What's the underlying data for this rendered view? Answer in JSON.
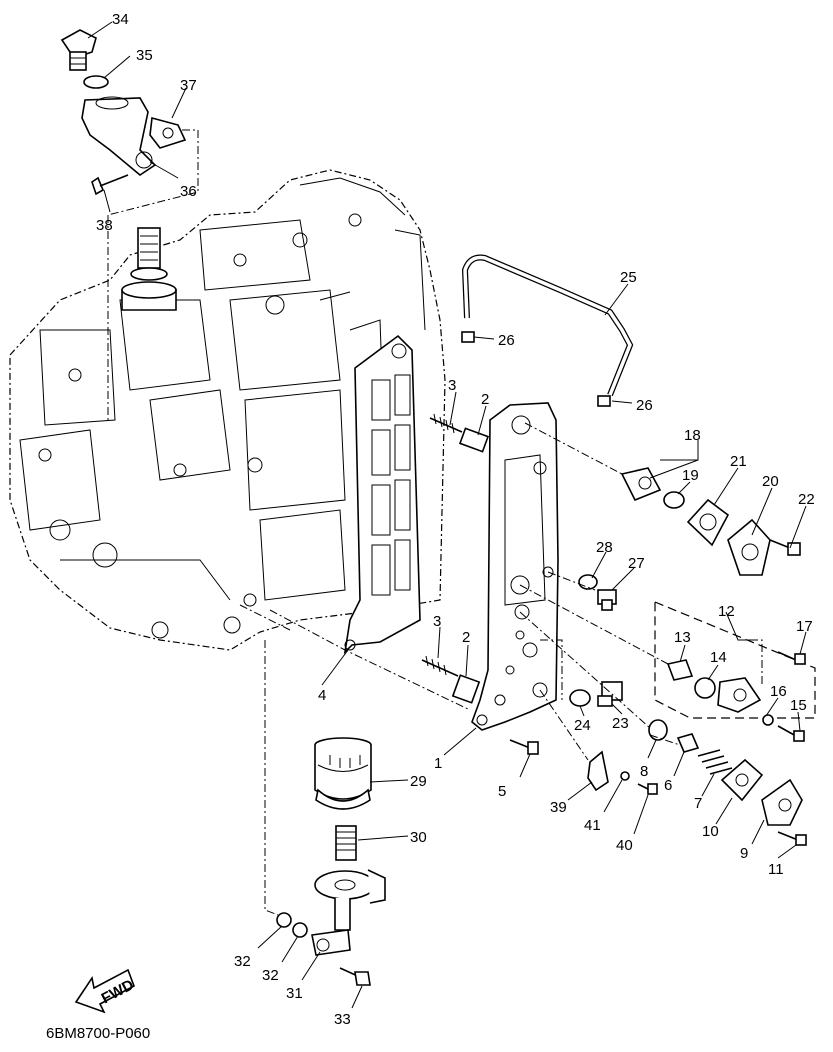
{
  "diagram_code": "6BM8700-P060",
  "fwd_label": "FWD",
  "callouts": [
    {
      "id": "c34",
      "text": "34"
    },
    {
      "id": "c35",
      "text": "35"
    },
    {
      "id": "c37",
      "text": "37"
    },
    {
      "id": "c36",
      "text": "36"
    },
    {
      "id": "c38",
      "text": "38"
    },
    {
      "id": "c25",
      "text": "25"
    },
    {
      "id": "c26a",
      "text": "26"
    },
    {
      "id": "c26b",
      "text": "26"
    },
    {
      "id": "c3a",
      "text": "3"
    },
    {
      "id": "c2a",
      "text": "2"
    },
    {
      "id": "c18",
      "text": "18"
    },
    {
      "id": "c19",
      "text": "19"
    },
    {
      "id": "c21",
      "text": "21"
    },
    {
      "id": "c20",
      "text": "20"
    },
    {
      "id": "c22",
      "text": "22"
    },
    {
      "id": "c28",
      "text": "28"
    },
    {
      "id": "c27",
      "text": "27"
    },
    {
      "id": "c12",
      "text": "12"
    },
    {
      "id": "c17",
      "text": "17"
    },
    {
      "id": "c13",
      "text": "13"
    },
    {
      "id": "c14",
      "text": "14"
    },
    {
      "id": "c16",
      "text": "16"
    },
    {
      "id": "c15",
      "text": "15"
    },
    {
      "id": "c3b",
      "text": "3"
    },
    {
      "id": "c2b",
      "text": "2"
    },
    {
      "id": "c4",
      "text": "4"
    },
    {
      "id": "c24",
      "text": "24"
    },
    {
      "id": "c23",
      "text": "23"
    },
    {
      "id": "c1",
      "text": "1"
    },
    {
      "id": "c8",
      "text": "8"
    },
    {
      "id": "c6",
      "text": "6"
    },
    {
      "id": "c7",
      "text": "7"
    },
    {
      "id": "c29",
      "text": "29"
    },
    {
      "id": "c5",
      "text": "5"
    },
    {
      "id": "c39",
      "text": "39"
    },
    {
      "id": "c41",
      "text": "41"
    },
    {
      "id": "c40",
      "text": "40"
    },
    {
      "id": "c10",
      "text": "10"
    },
    {
      "id": "c9",
      "text": "9"
    },
    {
      "id": "c11",
      "text": "11"
    },
    {
      "id": "c30",
      "text": "30"
    },
    {
      "id": "c32a",
      "text": "32"
    },
    {
      "id": "c32b",
      "text": "32"
    },
    {
      "id": "c31",
      "text": "31"
    },
    {
      "id": "c33",
      "text": "33"
    }
  ]
}
